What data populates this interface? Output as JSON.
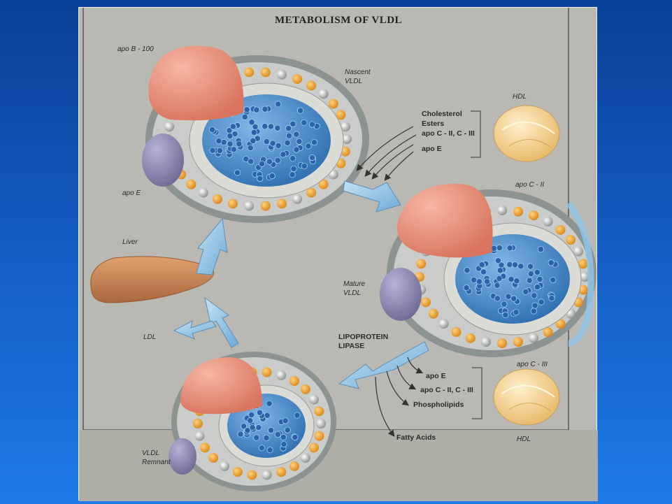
{
  "title": "METABOLISM OF VLDL",
  "labels": {
    "apo_b100": "apo B - 100",
    "apo_e_top": "apo E",
    "nascent_vldl_1": "Nascent",
    "nascent_vldl_2": "VLDL",
    "hdl_top": "HDL",
    "hdl_bottom": "HDL",
    "apo_c2": "apo C - II",
    "apo_c3": "apo C - III",
    "liver": "Liver",
    "ldl": "LDL",
    "mature_vldl_1": "Mature",
    "mature_vldl_2": "VLDL",
    "lipoprotein_1": "LIPOPROTEIN",
    "lipoprotein_2": "LIPASE",
    "vldl_remnant_1": "VLDL",
    "vldl_remnant_2": "Remnant"
  },
  "transfer_in": [
    "Cholesterol",
    "Esters",
    "apo C - II, C - III",
    "apo E"
  ],
  "transfer_out": [
    "apo E",
    "apo C - II, C - III",
    "Phospholipids"
  ],
  "fatty_acids": "Fatty Acids",
  "colors": {
    "background": "#1560c8",
    "panel": "#b9b8b2",
    "apo_b": "#e8907a",
    "apo_e": "#8a86ad",
    "core": "#4a8fd0",
    "shell": "#e69a2a",
    "hdl": "#f2cf8a",
    "arrow": "#8fc4e6",
    "liver": "#c9885c"
  }
}
